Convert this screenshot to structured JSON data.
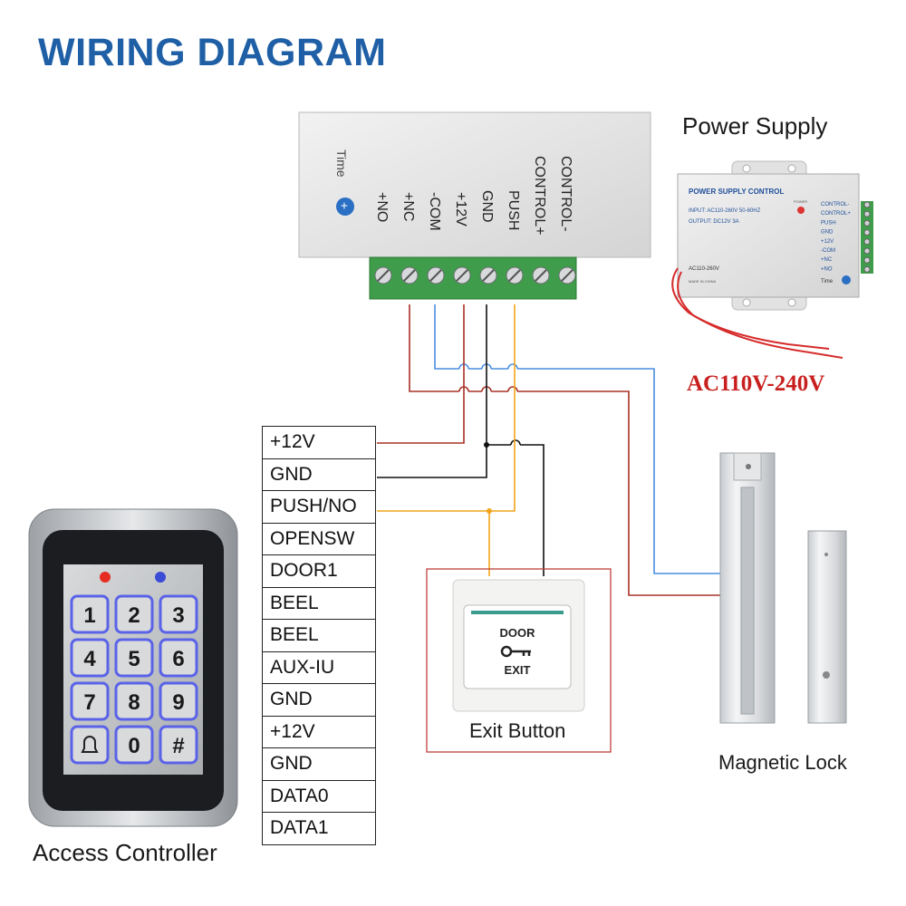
{
  "title": "WIRING DIAGRAM",
  "power_supply": {
    "label": "Power Supply",
    "plate_title": "POWER SUPPLY CONTROL",
    "input_text": "INPUT: AC110-260V 50-60HZ",
    "output_text": "OUTPUT: DC12V 3A",
    "power_led_label": "POWER",
    "voltage_text": "AC110-260V",
    "made_in": "MADE IN CHINA",
    "time_label": "Time",
    "terminals_small": [
      "CONTROL-",
      "CONTROL+",
      "PUSH",
      "GND",
      "+12V",
      "-COM",
      "+NC",
      "+NO"
    ]
  },
  "ac_input": "AC110V-240V",
  "closeup": {
    "time_label": "Time",
    "terminals": [
      "+NO",
      "+NC",
      "-COM",
      "+12V",
      "GND",
      "PUSH",
      "CONTROL+",
      "CONTROL-"
    ]
  },
  "terminal_block": {
    "rows": [
      "+12V",
      "GND",
      "PUSH/NO",
      "OPENSW",
      "DOOR1",
      "BEEL",
      "BEEL",
      "AUX-IU",
      "GND",
      "+12V",
      "GND",
      "DATA0",
      "DATA1"
    ]
  },
  "keypad": {
    "keys": [
      "1",
      "2",
      "3",
      "4",
      "5",
      "6",
      "7",
      "8",
      "9",
      "bell",
      "0",
      "#"
    ]
  },
  "exit_button": {
    "label": "Exit Button",
    "top_text": "DOOR",
    "bottom_text": "EXIT"
  },
  "access_controller_label": "Access Controller",
  "magnetic_lock_label": "Magnetic Lock",
  "colors": {
    "title": "#1f5fa6",
    "wire_red": "#a83226",
    "wire_blue": "#4a8fe0",
    "wire_black": "#111111",
    "wire_yellow": "#f2a51a",
    "ac_text": "#c8201e",
    "terminal_green": "#3e9c4a"
  }
}
